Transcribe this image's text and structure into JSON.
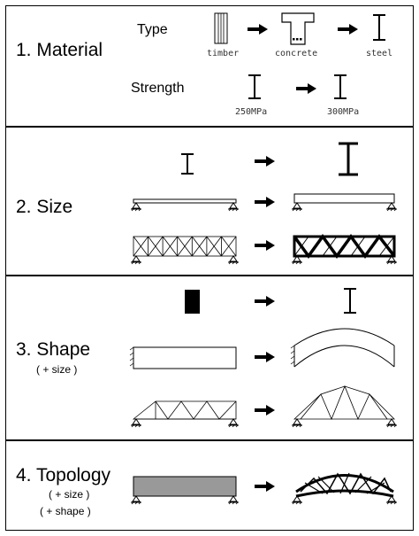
{
  "panels": [
    {
      "title": "1. Material",
      "rows": [
        {
          "label": "Type",
          "items": [
            "timber",
            "concrete",
            "steel"
          ]
        },
        {
          "label": "Strength",
          "items": [
            "250MPa",
            "300MPa"
          ]
        }
      ]
    },
    {
      "title": "2. Size"
    },
    {
      "title": "3. Shape",
      "note": "( + size )"
    },
    {
      "title": "4. Topology",
      "notes": [
        "( + size )",
        "( + shape )"
      ]
    }
  ]
}
